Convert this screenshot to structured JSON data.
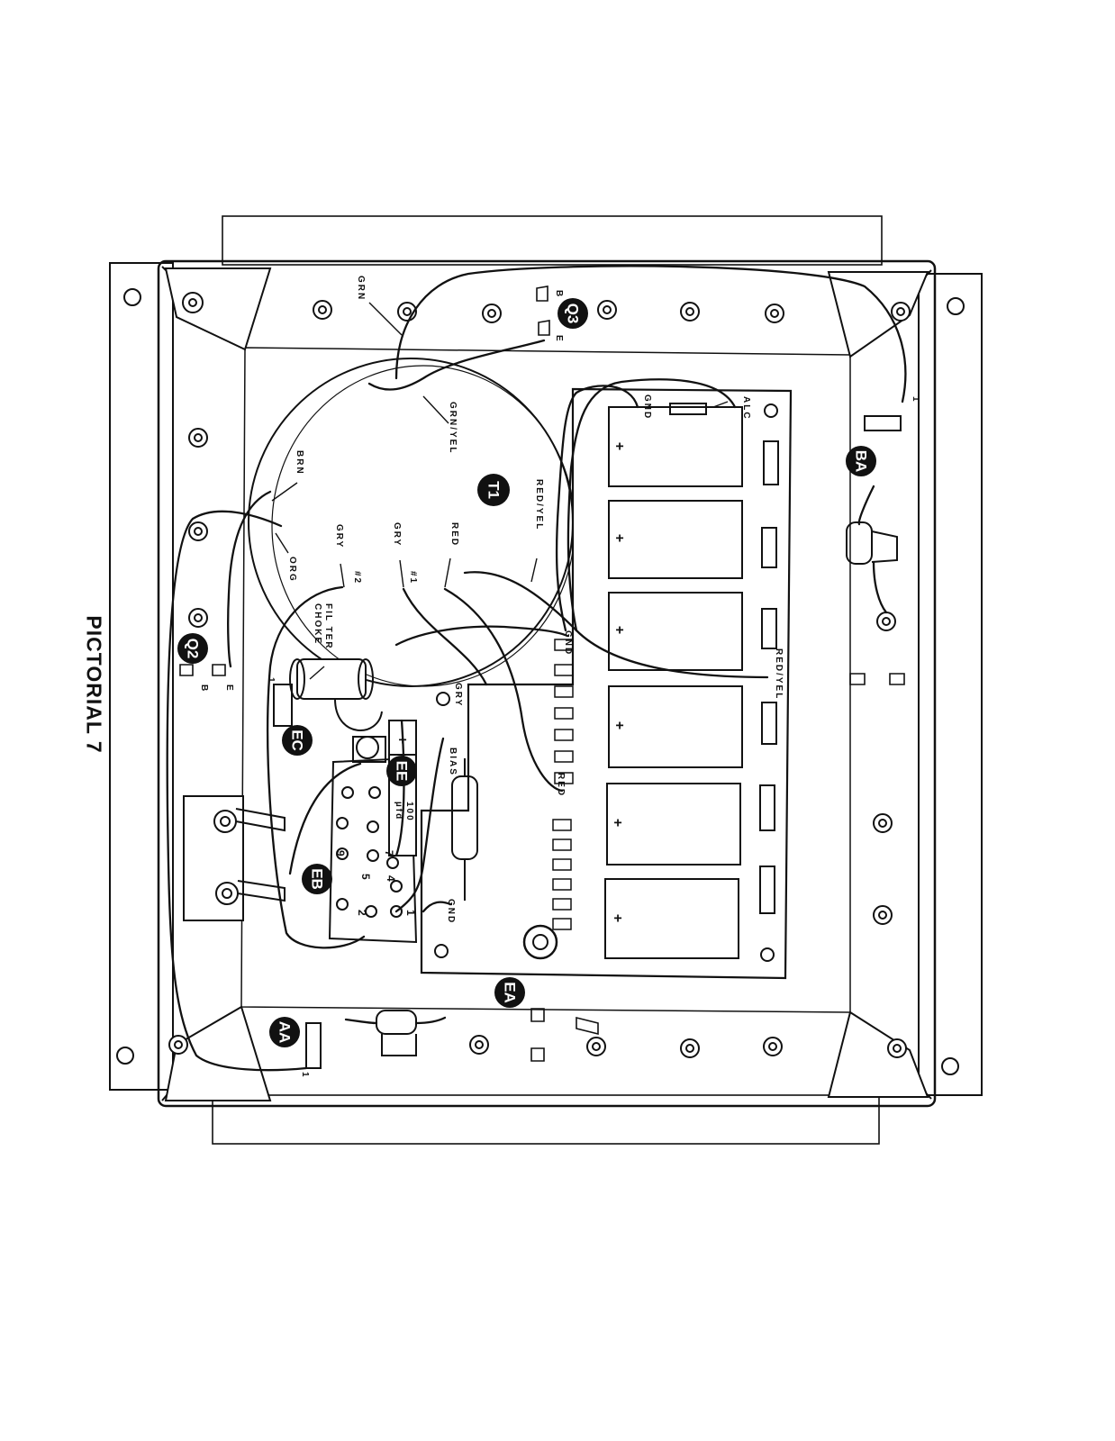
{
  "caption": "PICTORIAL 7",
  "callouts": {
    "t1": "T1",
    "q3": "Q3",
    "q2": "Q2",
    "ba": "BA",
    "aa": "AA",
    "ea": "EA",
    "eb": "EB",
    "ec": "EC",
    "ee": "EE"
  },
  "wire_labels": {
    "grn": "GRN",
    "grn_yel": "GRN/YEL",
    "brn": "BRN",
    "org": "ORG",
    "gry_2": "GRY",
    "gry_1": "GRY",
    "num_2": "#2",
    "num_1": "#1",
    "red": "RED",
    "red_yel": "RED/YEL",
    "red_yel_right": "RED/YEL",
    "filter": "FIL TER",
    "choke": "CHOKE"
  },
  "board_labels": {
    "gnd_top": "GND",
    "alc": "ALC",
    "gnd_mid": "GND",
    "gry_tp": "GRY",
    "bias": "BIAS",
    "red_tp": "RED",
    "gnd_bottom": "GND"
  },
  "cap_label": {
    "value": "100",
    "unit": "µfd"
  },
  "socket_pins": [
    "9",
    "7",
    "5",
    "4",
    "2",
    "1"
  ],
  "lead_marks": {
    "q3_e": "E",
    "q3_b": "B",
    "q2_e": "E",
    "q2_b": "B",
    "ba_1": "1",
    "aa_1": "1",
    "ec_1": "1"
  },
  "plus_sign": "+"
}
